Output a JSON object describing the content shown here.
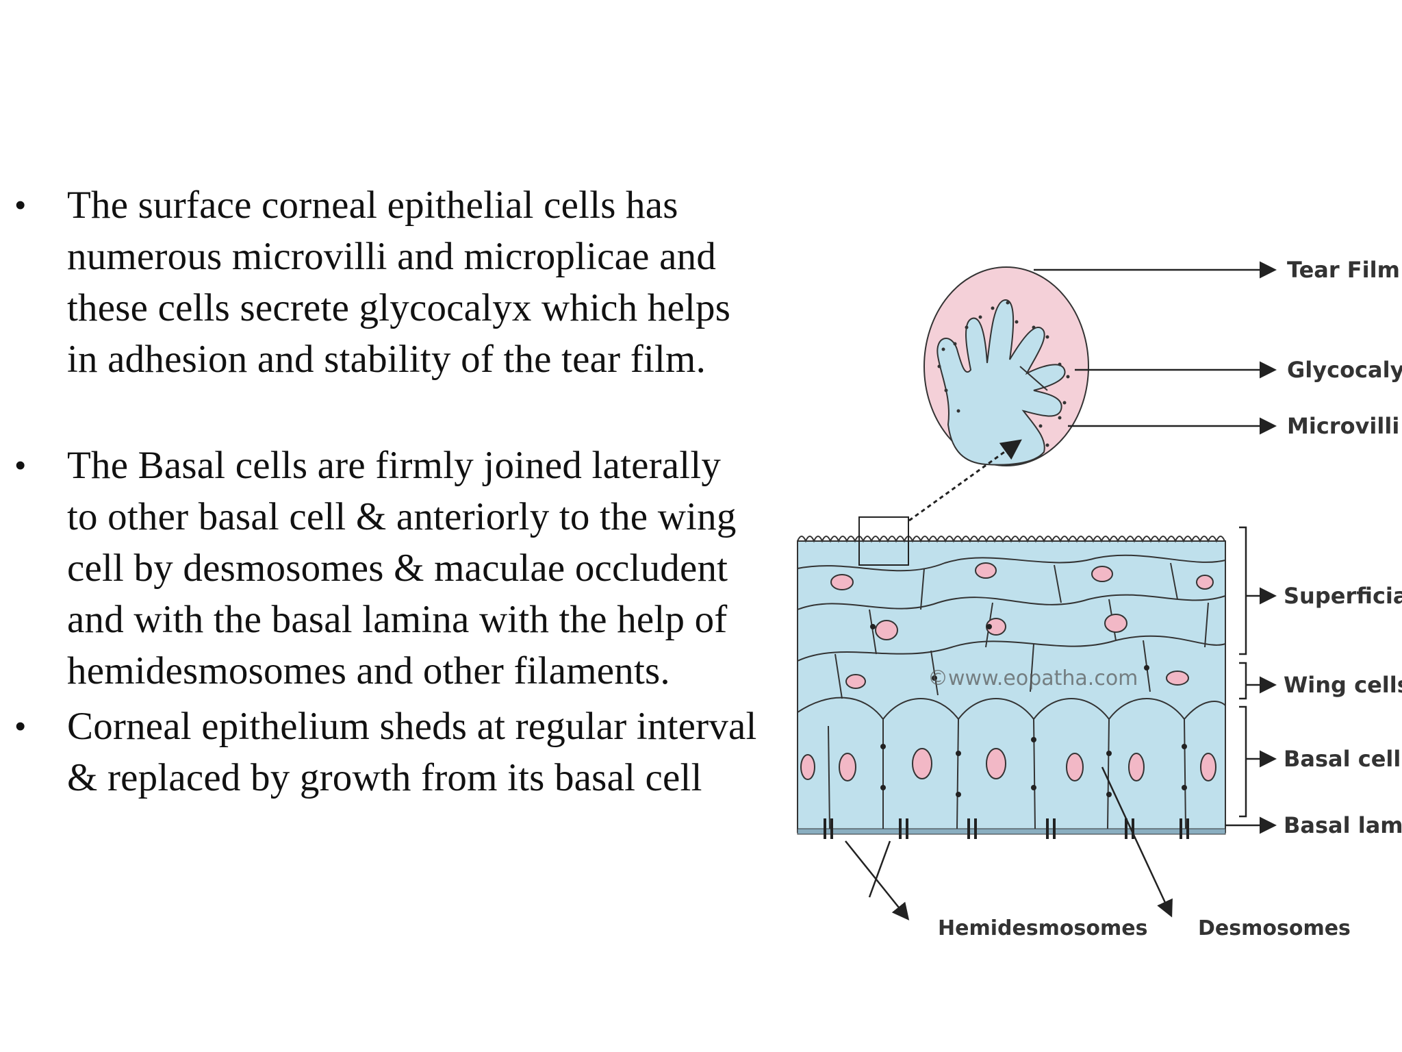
{
  "bullets": [
    "The surface corneal epithelial cells has numerous microvilli and microplicae and these cells secrete glycocalyx which helps in adhesion and stability of the tear film.",
    "The Basal cells are firmly joined laterally to other basal cell & anteriorly to the wing cell by desmosomes & maculae occludent and with the basal lamina with the help of hemidesmosomes and other filaments.",
    "Corneal epithelium sheds at regular interval & replaced by growth from its basal cell"
  ],
  "bullet_glyph": "•",
  "diagram": {
    "labels": {
      "tear_film": "Tear Film",
      "glycocalyx": "Glycocalyx",
      "microvilli": "Microvilli",
      "superficial": "Superficial c",
      "wing": "Wing cells",
      "basal": "Basal cells",
      "basal_lamina": "Basal lamina",
      "hemidesmosomes": "Hemidesmosomes",
      "desmosomes": "Desmosomes"
    },
    "watermark": "©www.eopatha.com",
    "colors": {
      "cell_fill": "#bfe0ec",
      "nucleus_fill": "#f2b8c6",
      "zoom_fill": "#f4d0d8",
      "outline": "#333333"
    }
  }
}
